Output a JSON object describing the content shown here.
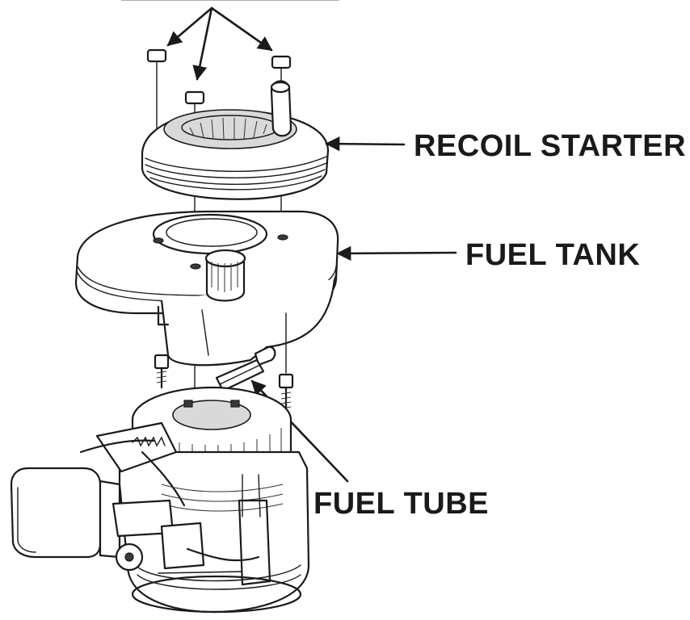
{
  "labels": {
    "recoil_starter": "RECOIL STARTER",
    "fuel_tank": "FUEL TANK",
    "fuel_tube": "FUEL TUBE"
  },
  "colors": {
    "ink": "#1a1a1a",
    "background": "#ffffff"
  }
}
